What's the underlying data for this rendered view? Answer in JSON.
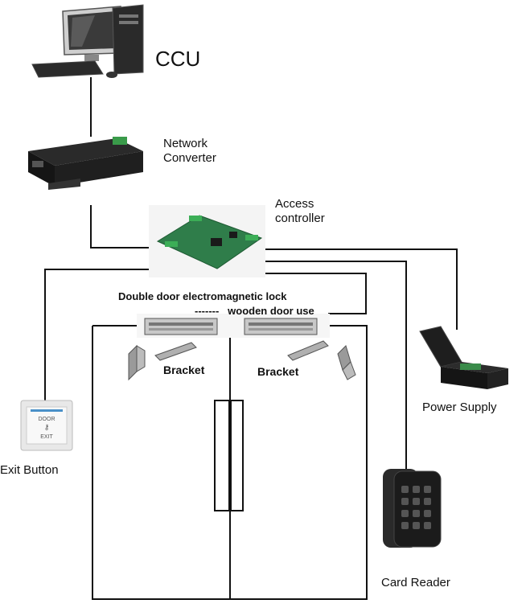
{
  "labels": {
    "ccu": "CCU",
    "network_converter_line1": "Network",
    "network_converter_line2": "Converter",
    "access_controller_line1": "Access",
    "access_controller_line2": "controller",
    "lock_title": "Double door electromagnetic lock",
    "lock_subtitle": "-------   wooden door use",
    "bracket_left": "Bracket",
    "bracket_right": "Bracket",
    "power_supply": "Power Supply",
    "exit_button": "Exit Button",
    "card_reader": "Card Reader"
  },
  "exit_button_face": {
    "line1": "DOOR",
    "line2": "EXIT"
  },
  "colors": {
    "wire": "#111111",
    "device_dark": "#1a1a1a",
    "pcb_green": "#2f7d4a",
    "lock_silver": "#c8c8c8"
  }
}
